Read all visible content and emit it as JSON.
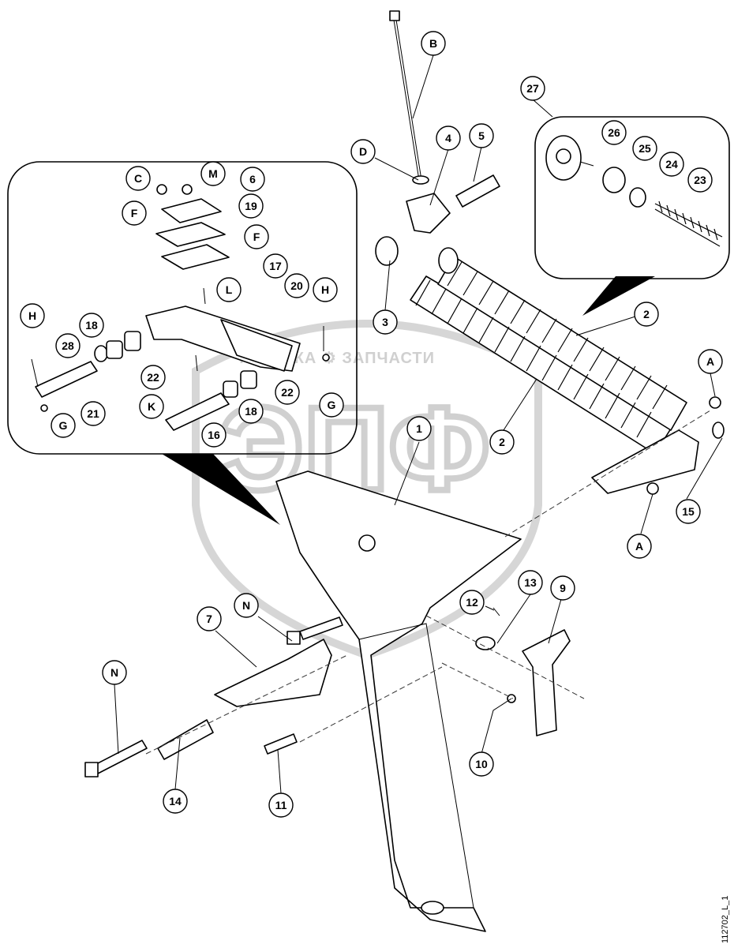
{
  "document_id": "112702_L_1",
  "watermark": {
    "caption": "ТЕХНИКА ⚙ ЗАПЧАСТИ",
    "letters": "ЭПФ"
  },
  "callouts": [
    {
      "id": "B",
      "label": "B"
    },
    {
      "id": "4",
      "label": "4"
    },
    {
      "id": "5",
      "label": "5"
    },
    {
      "id": "D",
      "label": "D"
    },
    {
      "id": "27",
      "label": "27"
    },
    {
      "id": "26",
      "label": "26"
    },
    {
      "id": "25",
      "label": "25"
    },
    {
      "id": "24",
      "label": "24"
    },
    {
      "id": "23",
      "label": "23"
    },
    {
      "id": "C",
      "label": "C"
    },
    {
      "id": "M",
      "label": "M"
    },
    {
      "id": "6",
      "label": "6"
    },
    {
      "id": "F1",
      "label": "F"
    },
    {
      "id": "19",
      "label": "19"
    },
    {
      "id": "F2",
      "label": "F"
    },
    {
      "id": "17",
      "label": "17"
    },
    {
      "id": "L",
      "label": "L"
    },
    {
      "id": "20",
      "label": "20"
    },
    {
      "id": "H1",
      "label": "H"
    },
    {
      "id": "H2",
      "label": "H"
    },
    {
      "id": "18a",
      "label": "18"
    },
    {
      "id": "28",
      "label": "28"
    },
    {
      "id": "22a",
      "label": "22"
    },
    {
      "id": "21",
      "label": "21"
    },
    {
      "id": "G1",
      "label": "G"
    },
    {
      "id": "K",
      "label": "K"
    },
    {
      "id": "22b",
      "label": "22"
    },
    {
      "id": "18b",
      "label": "18"
    },
    {
      "id": "16",
      "label": "16"
    },
    {
      "id": "G2",
      "label": "G"
    },
    {
      "id": "3",
      "label": "3"
    },
    {
      "id": "2a",
      "label": "2"
    },
    {
      "id": "2b",
      "label": "2"
    },
    {
      "id": "A1",
      "label": "A"
    },
    {
      "id": "15",
      "label": "15"
    },
    {
      "id": "A2",
      "label": "A"
    },
    {
      "id": "1",
      "label": "1"
    },
    {
      "id": "13",
      "label": "13"
    },
    {
      "id": "9",
      "label": "9"
    },
    {
      "id": "12",
      "label": "12"
    },
    {
      "id": "7",
      "label": "7"
    },
    {
      "id": "N1",
      "label": "N"
    },
    {
      "id": "N2",
      "label": "N"
    },
    {
      "id": "14",
      "label": "14"
    },
    {
      "id": "11",
      "label": "11"
    },
    {
      "id": "10",
      "label": "10"
    }
  ]
}
